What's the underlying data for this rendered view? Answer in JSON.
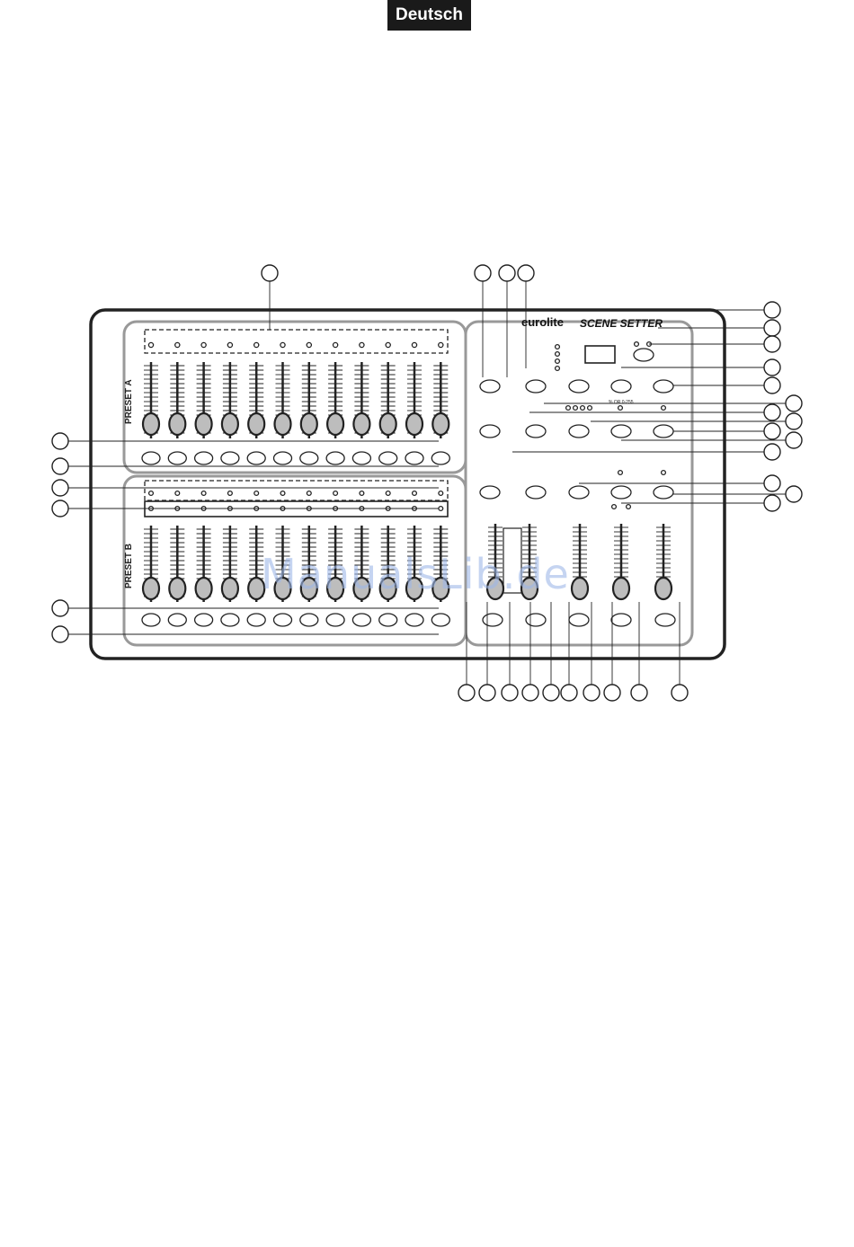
{
  "header": {
    "language": "Deutsch"
  },
  "device": {
    "brand": "eurolite",
    "model": "SCENE SETTER",
    "preset_a_label": "PRESET A",
    "preset_b_label": "PRESET B",
    "channels_per_preset": 12,
    "small_label": "% OR 0-255"
  },
  "watermark": "ManualsLib.de"
}
